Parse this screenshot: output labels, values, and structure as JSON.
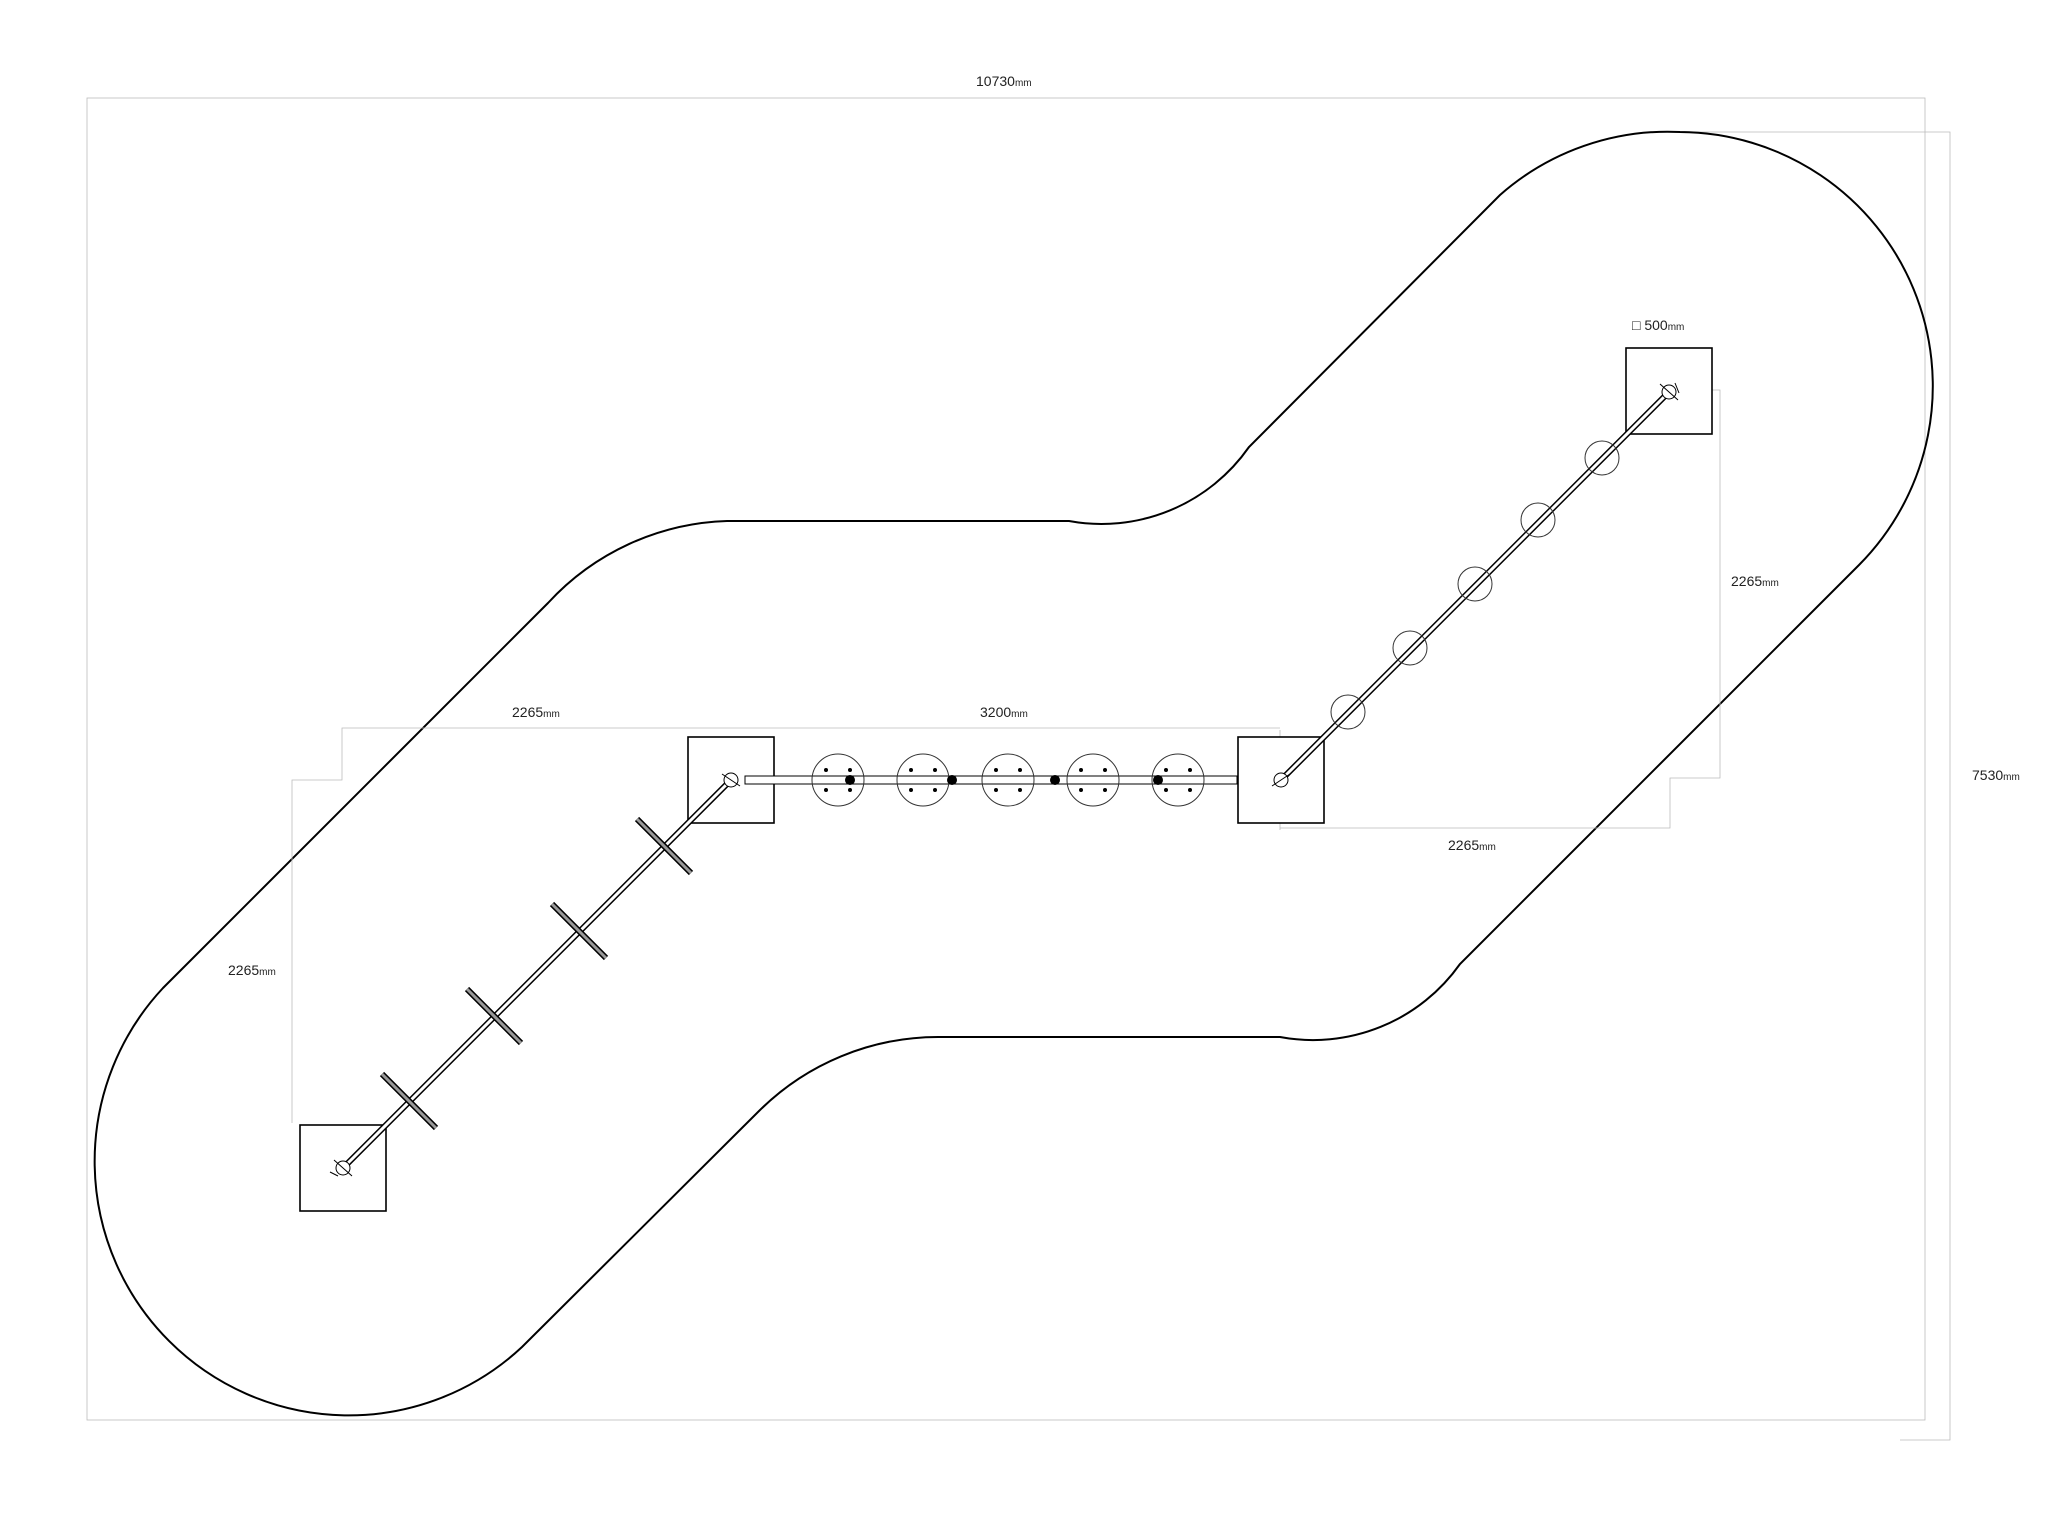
{
  "drawing": {
    "overall_width": "10730",
    "overall_height": "7530",
    "post_size": "500",
    "segment_left": "2265",
    "segment_bridge": "3200",
    "segment_right_run": "2265",
    "segment_left_rise": "2265",
    "segment_right_rise": "2265",
    "unit": "mm",
    "post_size_symbol": "□"
  }
}
